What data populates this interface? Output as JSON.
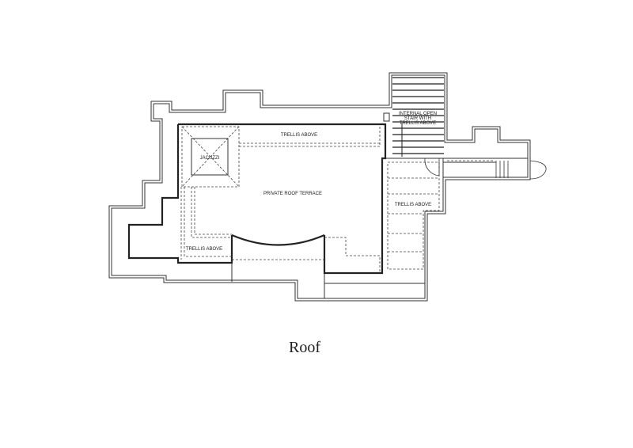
{
  "plan": {
    "title": "Roof",
    "labels": {
      "trellis_top": "TRELLIS ABOVE",
      "jacuzzi": "JACUZZI",
      "terrace": "PRIVATE ROOF TERRACE",
      "trellis_left": "TRELLIS ABOVE",
      "trellis_right": "TRELLIS ABOVE",
      "stair_1": "INTERNAL OPEN",
      "stair_2": "STAIR WITH",
      "stair_3": "TRELLIS ABOVE"
    }
  }
}
